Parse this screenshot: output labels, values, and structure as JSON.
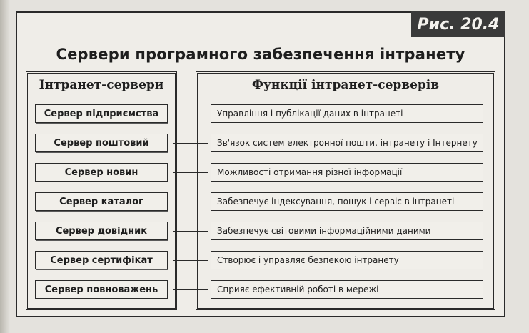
{
  "figure": {
    "label": "Рис. 20.4",
    "title": "Сервери програмного забезпечення інтранету"
  },
  "left_panel": {
    "header": "Інтранет-сервери",
    "items": [
      "Сервер підприємства",
      "Сервер поштовий",
      "Сервер новин",
      "Сервер каталог",
      "Сервер довідник",
      "Сервер сертифікат",
      "Сервер повноважень"
    ]
  },
  "right_panel": {
    "header": "Функції інтранет-серверів",
    "items": [
      "Управління і публікації даних в інтранеті",
      "Зв'язок систем електронної пошти, інтранету і Інтернету",
      "Можливості отримання різної інформації",
      "Забезпечує індексування, пошук і сервіс в інтранеті",
      "Забезпечує світовими інформаційними даними",
      "Створює і управляє безпекою інтранету",
      "Сприяє ефективній роботі в мережі"
    ]
  }
}
